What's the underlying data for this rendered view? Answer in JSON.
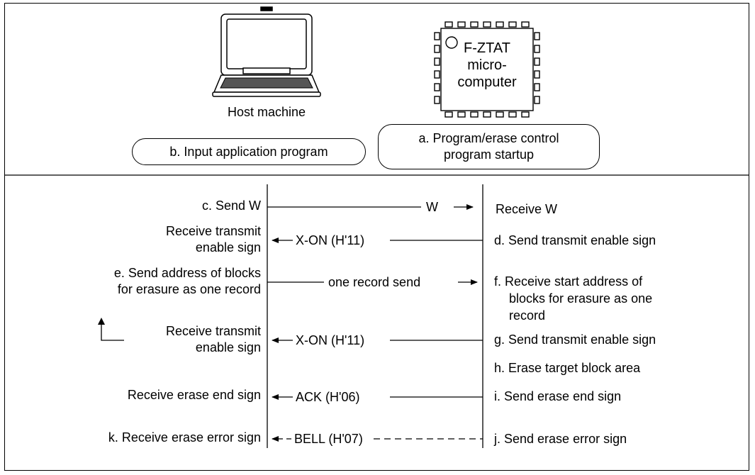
{
  "host_label": "Host machine",
  "chip_label": [
    "F-ZTAT",
    "micro-",
    "computer"
  ],
  "step_b": "b. Input application program",
  "step_a": [
    "a. Program/erase control",
    "program startup"
  ],
  "left_texts": {
    "c": "c. Send W",
    "receive_enable_1": [
      "Receive transmit",
      "enable sign"
    ],
    "e": [
      "e. Send address of blocks",
      "for erasure as one record"
    ],
    "receive_enable_2": [
      "Receive transmit",
      "enable sign"
    ],
    "receive_erase_end": "Receive erase end sign",
    "k": "k. Receive erase error sign"
  },
  "messages": {
    "w": "W",
    "xon_1": "X-ON (H'11)",
    "record": "one record send",
    "xon_2": "X-ON (H'11)",
    "ack": "ACK (H'06)",
    "bell": "BELL (H'07)"
  },
  "right_texts": {
    "receive_w": "Receive W",
    "d": "d. Send transmit enable sign",
    "f": [
      "f. Receive start address of",
      "blocks for erasure as one",
      "record"
    ],
    "g": "g. Send transmit enable sign",
    "h": "h. Erase target block area",
    "i": "i. Send erase end sign",
    "j": "j. Send erase error sign"
  }
}
